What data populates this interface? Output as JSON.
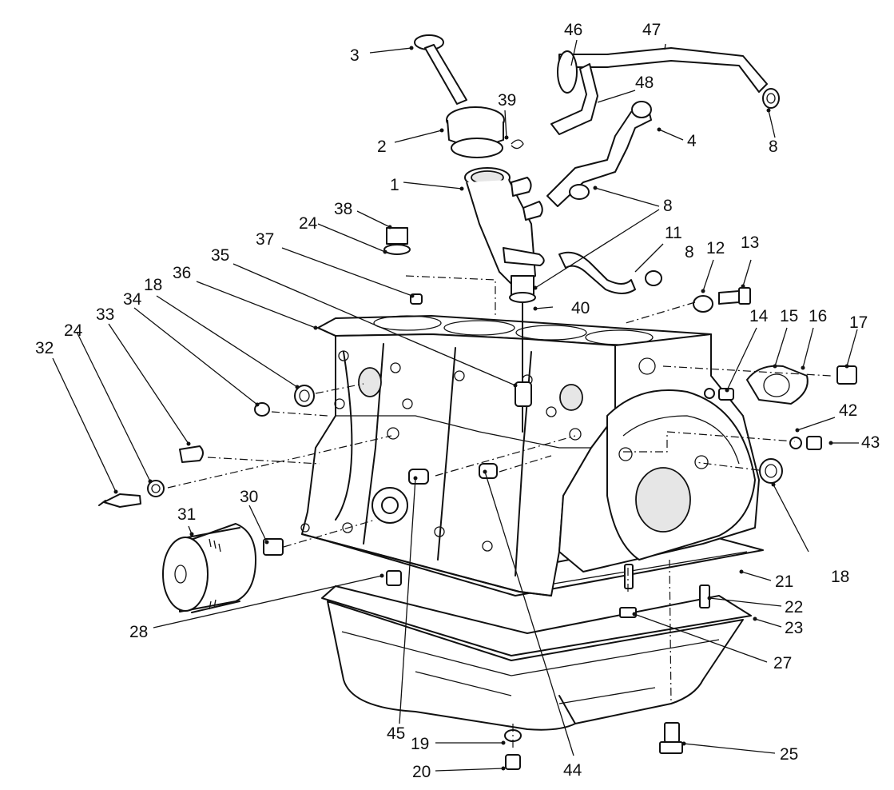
{
  "callouts": {
    "c1": "1",
    "c2": "2",
    "c3": "3",
    "c4": "4",
    "c8a": "8",
    "c8b": "8",
    "c8c": "8",
    "c11": "11",
    "c12": "12",
    "c13": "13",
    "c14": "14",
    "c15": "15",
    "c16": "16",
    "c17": "17",
    "c18a": "18",
    "c18b": "18",
    "c19": "19",
    "c20": "20",
    "c21": "21",
    "c22": "22",
    "c23": "23",
    "c24a": "24",
    "c24b": "24",
    "c25": "25",
    "c27": "27",
    "c28": "28",
    "c30": "30",
    "c31": "31",
    "c32": "32",
    "c33": "33",
    "c34": "34",
    "c35": "35",
    "c36": "36",
    "c37": "37",
    "c38": "38",
    "c39": "39",
    "c40": "40",
    "c42": "42",
    "c43": "43",
    "c44": "44",
    "c45": "45",
    "c46": "46",
    "c47": "47",
    "c48": "48"
  }
}
